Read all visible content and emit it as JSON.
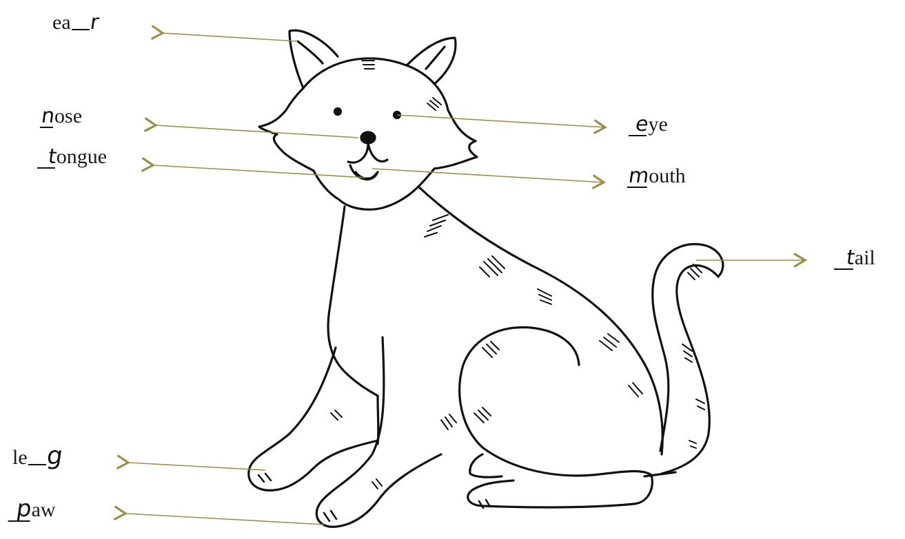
{
  "colors": {
    "arrow": "#9c8f4e",
    "outline": "#111111",
    "background": "#ffffff"
  },
  "labels": [
    {
      "id": "ear",
      "typed": "ea",
      "written": "r",
      "written_after": true
    },
    {
      "id": "nose",
      "written": "n",
      "typed": "ose"
    },
    {
      "id": "tongue",
      "written": "t",
      "typed": "ongue"
    },
    {
      "id": "eye",
      "written": "e",
      "typed": "ye"
    },
    {
      "id": "mouth",
      "written": "m",
      "typed": "outh"
    },
    {
      "id": "tail",
      "written": "t",
      "typed": "ail"
    },
    {
      "id": "leg",
      "typed": "le",
      "written": "g",
      "written_after": true
    },
    {
      "id": "paw",
      "written": "p",
      "typed": "aw"
    }
  ]
}
